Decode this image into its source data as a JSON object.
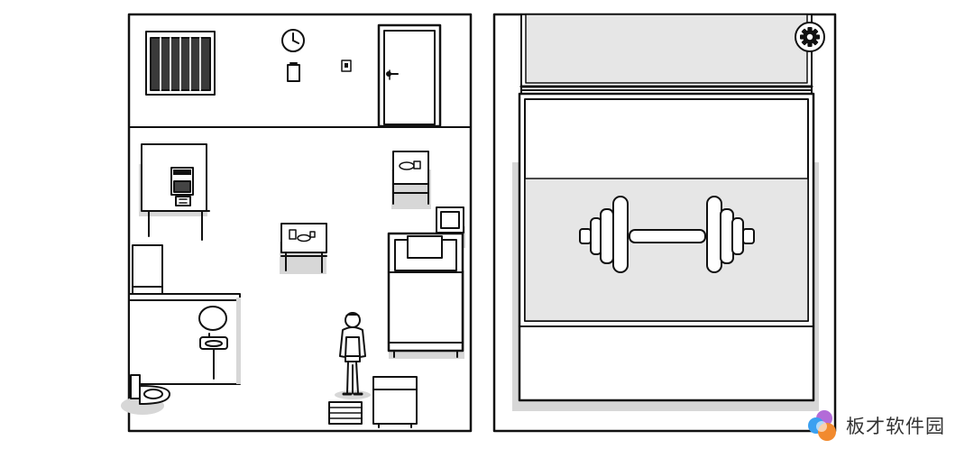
{
  "game": {
    "screen": "bedroom-and-inspect-view",
    "inspected_item": "dumbbell",
    "icons": {
      "settings": "gear-icon",
      "inspect_item": "dumbbell-icon"
    },
    "colors": {
      "line": "#111111",
      "shadow": "#d7d7d7",
      "panel_fill": "#e6e6e6",
      "paper": "#ffffff"
    }
  },
  "watermark": {
    "text": "板才软件园"
  }
}
